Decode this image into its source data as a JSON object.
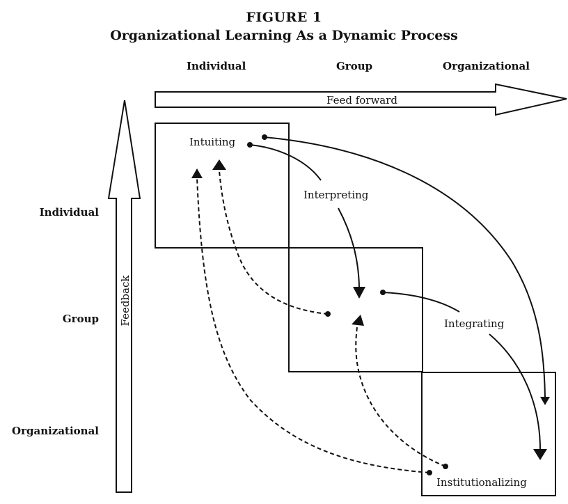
{
  "figure": {
    "number_label": "FIGURE 1",
    "title": "Organizational Learning As a Dynamic Process"
  },
  "columns": [
    "Individual",
    "Group",
    "Organizational"
  ],
  "rows": [
    "Individual",
    "Group",
    "Organizational"
  ],
  "arrows": {
    "feed_forward": "Feed forward",
    "feedback": "Feedback"
  },
  "processes": {
    "intuiting": "Intuiting",
    "interpreting": "Interpreting",
    "integrating": "Integrating",
    "institutionalizing": "Institutionalizing"
  },
  "colors": {
    "ink": "#111111",
    "background": "#ffffff"
  }
}
